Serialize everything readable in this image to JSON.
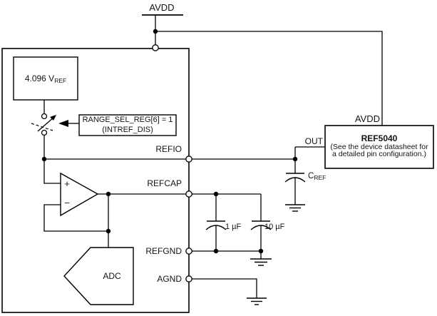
{
  "colors": {
    "stroke": "#000000",
    "background": "#ffffff"
  },
  "labels": {
    "avdd_top": "AVDD",
    "avdd_right": "AVDD",
    "out": "OUT",
    "refio": "REFIO",
    "refcap": "REFCAP",
    "refgnd": "REFGND",
    "agnd": "AGND",
    "adc": "ADC",
    "opamp_plus": "+",
    "opamp_minus": "−"
  },
  "internal_reference": {
    "value": "4.096 V",
    "sub": "REF"
  },
  "register_annotation": {
    "line1": "RANGE_SEL_REG[6] = 1",
    "line2": "(INTREF_DIS)"
  },
  "external_reference": {
    "part": "REF5040",
    "note1": "(See the device datasheet for",
    "note2": "a detailed pin configuration.)"
  },
  "capacitors": {
    "c1": "1 µF",
    "c2": "10 µF",
    "cref_main": "C",
    "cref_sub": "REF"
  }
}
